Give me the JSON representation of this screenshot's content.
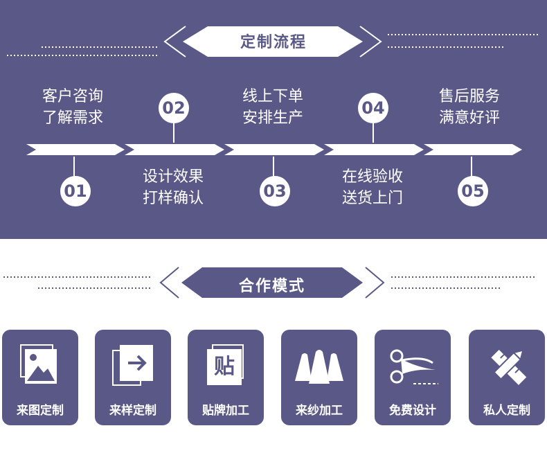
{
  "process": {
    "title": "定制流程",
    "steps": [
      {
        "number": "01",
        "line1": "客户咨询",
        "line2": "了解需求"
      },
      {
        "number": "02",
        "line1": "设计效果",
        "line2": "打样确认"
      },
      {
        "number": "03",
        "line1": "线上下单",
        "line2": "安排生产"
      },
      {
        "number": "04",
        "line1": "在线验收",
        "line2": "送货上门"
      },
      {
        "number": "05",
        "line1": "售后服务",
        "line2": "满意好评"
      }
    ]
  },
  "cooperation": {
    "title": "合作模式",
    "modes": [
      {
        "label": "来图定制",
        "icon": "image-icon"
      },
      {
        "label": "来样定制",
        "icon": "arrow-box-icon"
      },
      {
        "label": "贴牌加工",
        "icon": "label-icon",
        "icon_text": "贴"
      },
      {
        "label": "来纱加工",
        "icon": "yarn-cones-icon"
      },
      {
        "label": "免费设计",
        "icon": "scissors-icon"
      },
      {
        "label": "私人定制",
        "icon": "pencil-ruler-icon"
      }
    ]
  },
  "colors": {
    "primary": "#5a5887",
    "white": "#ffffff"
  }
}
